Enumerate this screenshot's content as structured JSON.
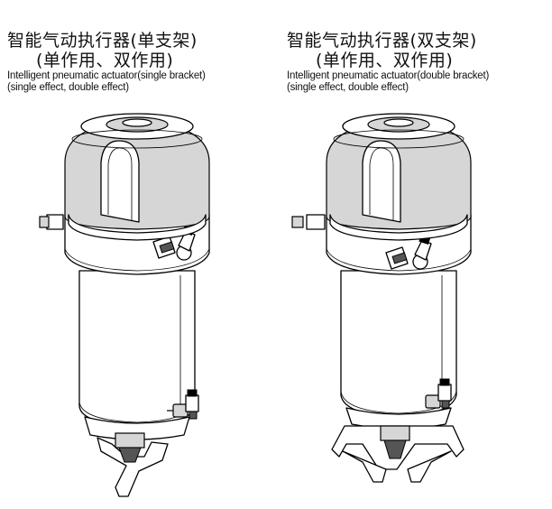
{
  "products": [
    {
      "title_zh": "智能气动执行器(单支架)",
      "subtitle_zh": "(单作用、双作用)",
      "title_en": "Intelligent pneumatic actuator(single bracket)",
      "subtitle_en": "(single effect, double effect)",
      "bracket": "single"
    },
    {
      "title_zh": "智能气动执行器(双支架)",
      "subtitle_zh": "(单作用、双作用)",
      "title_en": "Intelligent pneumatic actuator(double bracket)",
      "subtitle_en": "(single effect, double effect)",
      "bracket": "double"
    }
  ]
}
